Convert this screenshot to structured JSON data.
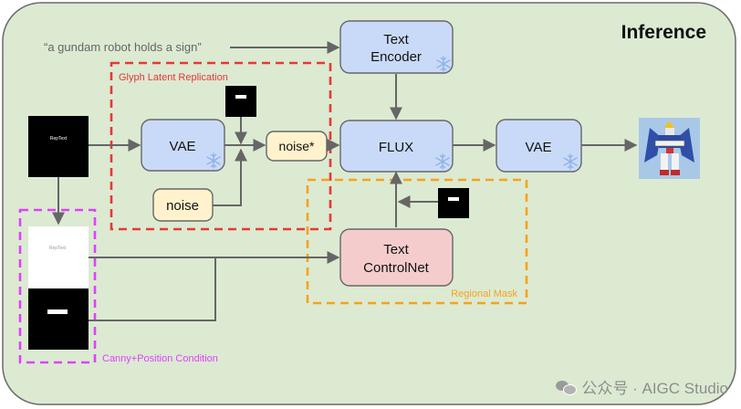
{
  "title": "Inference",
  "prompt": "“a gundam robot holds a sign”",
  "nodes": {
    "text_encoder_line1": "Text",
    "text_encoder_line2": "Encoder",
    "vae_encoder": "VAE",
    "noise": "noise",
    "noise_star": "noise*",
    "flux": "FLUX",
    "vae_decoder": "VAE",
    "controlnet_line1": "Text",
    "controlnet_line2": "ControlNet"
  },
  "images": {
    "reptext_glyph": "RepText",
    "canny_text": "RepText"
  },
  "groups": {
    "glyph_latent": "Glyph Latent Replication",
    "regional_mask": "Regional Mask",
    "canny_position": "Canny+Position Condition"
  },
  "colors": {
    "panel_bg": "#dcead2",
    "panel_border": "#6a6a6a",
    "node_blue": "#c9daf8",
    "node_cream": "#fff2cc",
    "node_pink": "#f4cccc",
    "arrow": "#666666",
    "red_dash": "#e53935",
    "orange_dash": "#f6a21b",
    "magenta_dash": "#e040fb"
  },
  "icons": [
    "snowflake-icon",
    "mask-icon",
    "wechat-icon"
  ],
  "watermark": "公众号 · AIGC Studio"
}
